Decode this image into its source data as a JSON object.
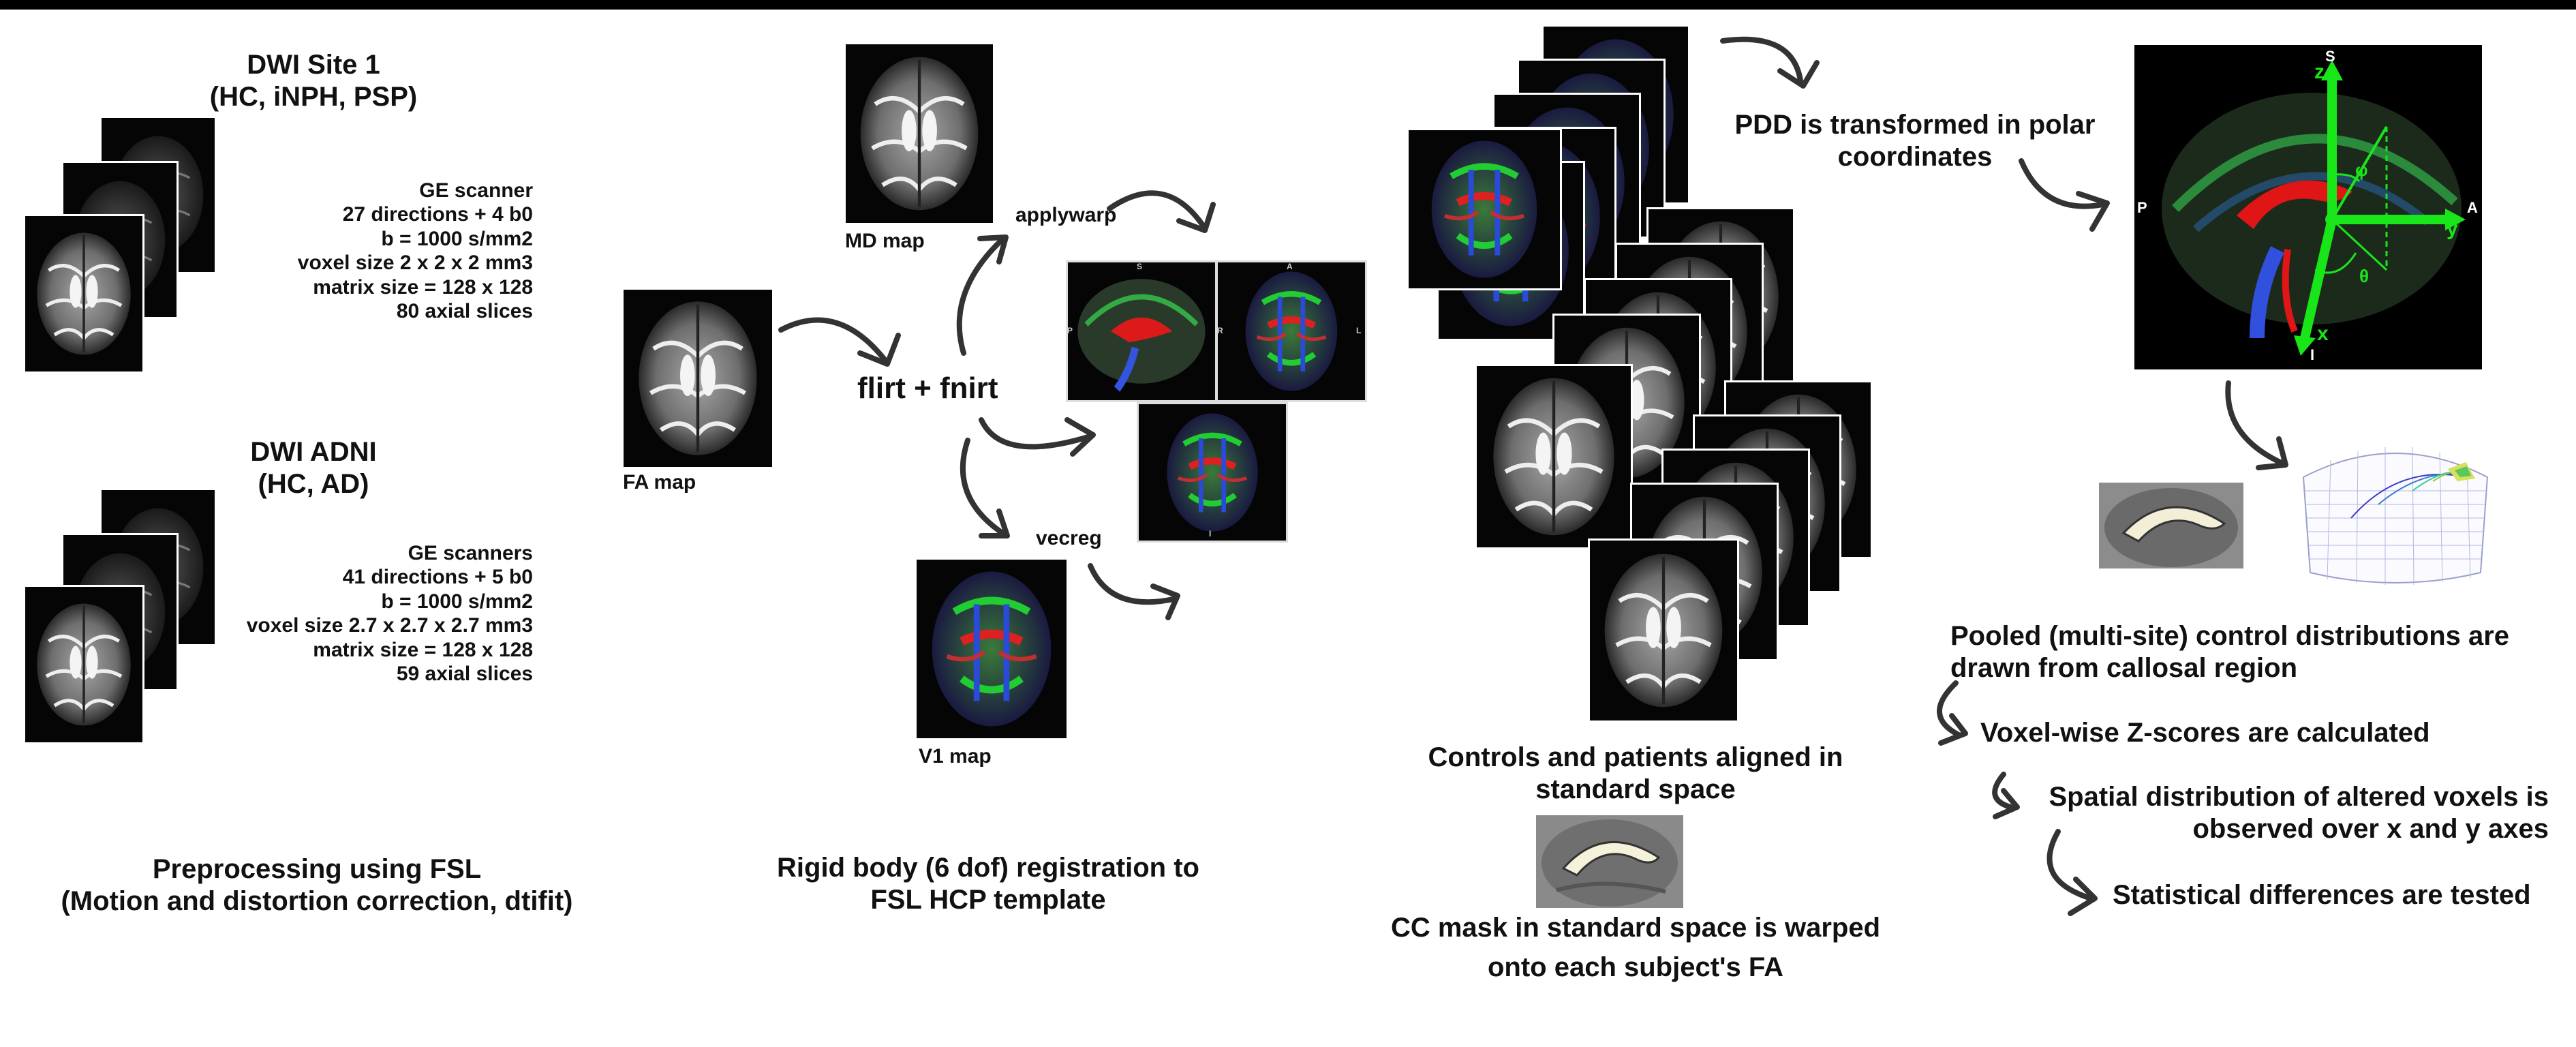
{
  "site1": {
    "title_line1": "DWI Site 1",
    "title_line2": "(HC, iNPH, PSP)",
    "specs": [
      "GE scanner",
      "27 directions + 4 b0",
      "b = 1000 s/mm2",
      "voxel size 2 x 2 x 2 mm3",
      "matrix size = 128 x 128",
      "80 axial slices"
    ]
  },
  "adni": {
    "title_line1": "DWI ADNI",
    "title_line2": "(HC, AD)",
    "specs": [
      "GE scanners",
      "41 directions + 5 b0",
      "b = 1000 s/mm2",
      "voxel size 2.7 x 2.7 x 2.7 mm3",
      "matrix size = 128 x 128",
      "59 axial slices"
    ]
  },
  "preprocessing": {
    "line1": "Preprocessing using FSL",
    "line2": "(Motion and distortion correction, dtifit)"
  },
  "registration": {
    "fa_label": "FA map",
    "md_label": "MD map",
    "v1_label": "V1 map",
    "flirt_label": "flirt + fnirt",
    "applywarp_label": "applywarp",
    "vecreg_label": "vecreg",
    "caption_line1": "Rigid body (6 dof) registration to",
    "caption_line2": "FSL HCP template",
    "orientation": {
      "sup": "S",
      "ant": "A",
      "post": "P",
      "right": "R",
      "left": "L",
      "inf": "I"
    }
  },
  "standard_space": {
    "caption_line1": "Controls and patients aligned in",
    "caption_line2": "standard space",
    "mask_line1": "CC mask in standard space is warped",
    "mask_line2": "onto each subject's FA"
  },
  "polar": {
    "title_line1": "PDD is transformed in polar",
    "title_line2": "coordinates",
    "axis_labels": {
      "s": "S",
      "i": "I",
      "a": "A",
      "p": "P",
      "x": "x",
      "y": "y",
      "z": "z",
      "phi": "φ",
      "theta": "θ"
    }
  },
  "analysis": {
    "pooled_line1": "Pooled (multi-site) control distributions are",
    "pooled_line2": "drawn from callosal region",
    "zscores": "Voxel-wise Z-scores are calculated",
    "spatial_line1": "Spatial distribution of altered voxels is",
    "spatial_line2": "observed over x and y axes",
    "stats": "Statistical differences are tested"
  },
  "colors": {
    "arrow": "#333333",
    "axis_green": "#19e619",
    "cc_red": "#e01515"
  }
}
